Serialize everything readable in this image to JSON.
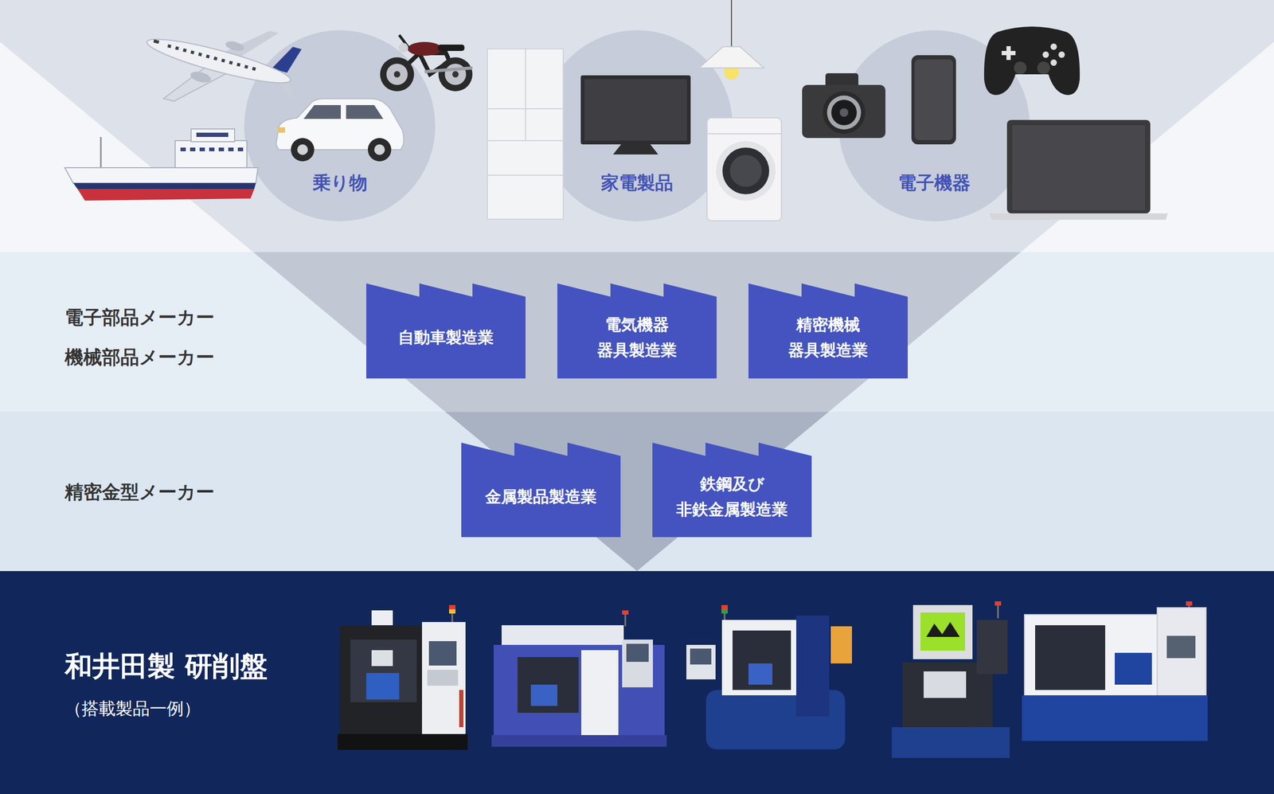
{
  "diagram": {
    "nodes": [
      {
        "text": [
          "乗り物"
        ]
      },
      {
        "text": [
          "家電製品"
        ]
      },
      {
        "text": [
          "電子機器"
        ]
      },
      {
        "text": [
          "電子部品メーカー",
          "機械部品メーカー"
        ]
      },
      {
        "text": [
          "自動車製造業"
        ],
        "in": 3
      },
      {
        "text": [
          "電気機器 器具製造業"
        ],
        "in": 3
      },
      {
        "text": [
          "精密機械 器具製造業"
        ],
        "in": 3
      },
      {
        "text": [
          "精密金型メーカー"
        ]
      },
      {
        "text": [
          "金属製品製造業"
        ],
        "in": 7
      },
      {
        "text": [
          "鉄鋼及び 非鉄金属製造業"
        ],
        "in": 7
      },
      {
        "text": [
          "和井田製 研削盤",
          "（搭載製品一例）"
        ]
      }
    ]
  }
}
